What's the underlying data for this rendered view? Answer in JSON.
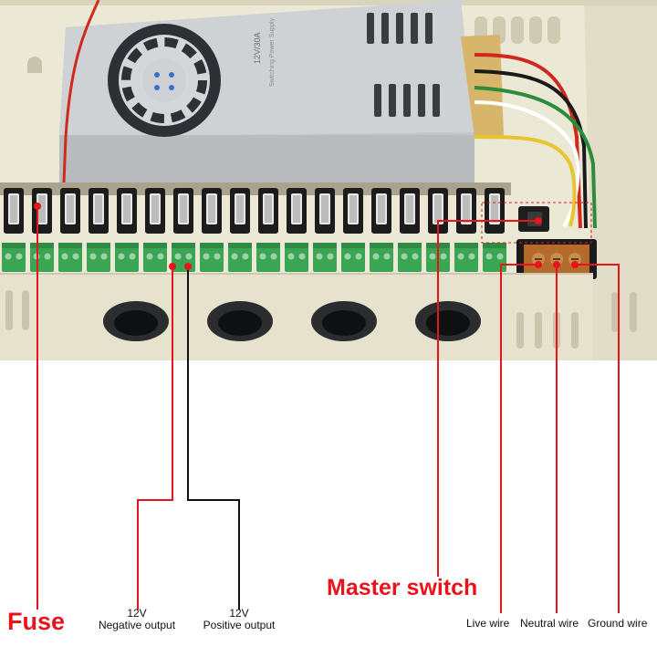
{
  "labels": {
    "fuse": "Fuse",
    "negative_voltage": "12V",
    "negative_output": "Negative output",
    "positive_voltage": "12V",
    "positive_output": "Positive output",
    "master_switch": "Master switch",
    "live_wire": "Live wire",
    "neutral_wire": "Neutral wire",
    "ground_wire": "Ground wire"
  },
  "psu_marking": "12V/30A",
  "colors": {
    "callout_red": "#e8141c",
    "callout_black": "#111111",
    "enclosure": "#e9e5d3",
    "terminal_green": "#3aa552"
  },
  "counts": {
    "fuse_holders": 18,
    "output_terminals": 18,
    "cable_grommets": 4,
    "ac_screws": 3
  }
}
